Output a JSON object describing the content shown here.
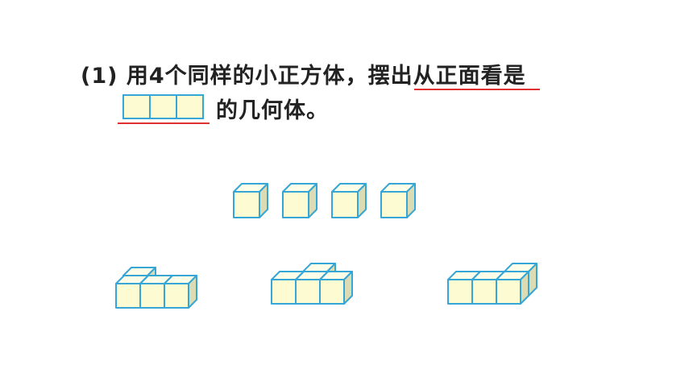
{
  "question": {
    "number": "(1)",
    "text_part1": "用4个同样的小正方体，",
    "text_underlined": "摆出从正面看是",
    "text_part2": "的几何体。"
  },
  "colors": {
    "cube_front": "#fdfbd2",
    "cube_top": "#fefee8",
    "cube_side": "#dcdcb4",
    "edge": "#35a6d6",
    "underline": "#e03030",
    "text": "#222222"
  },
  "icons": [
    "unit-cube-icon",
    "l-shape-solid-icon",
    "t-shape-solid-icon",
    "step-solid-icon",
    "front-view-three-squares-icon"
  ]
}
